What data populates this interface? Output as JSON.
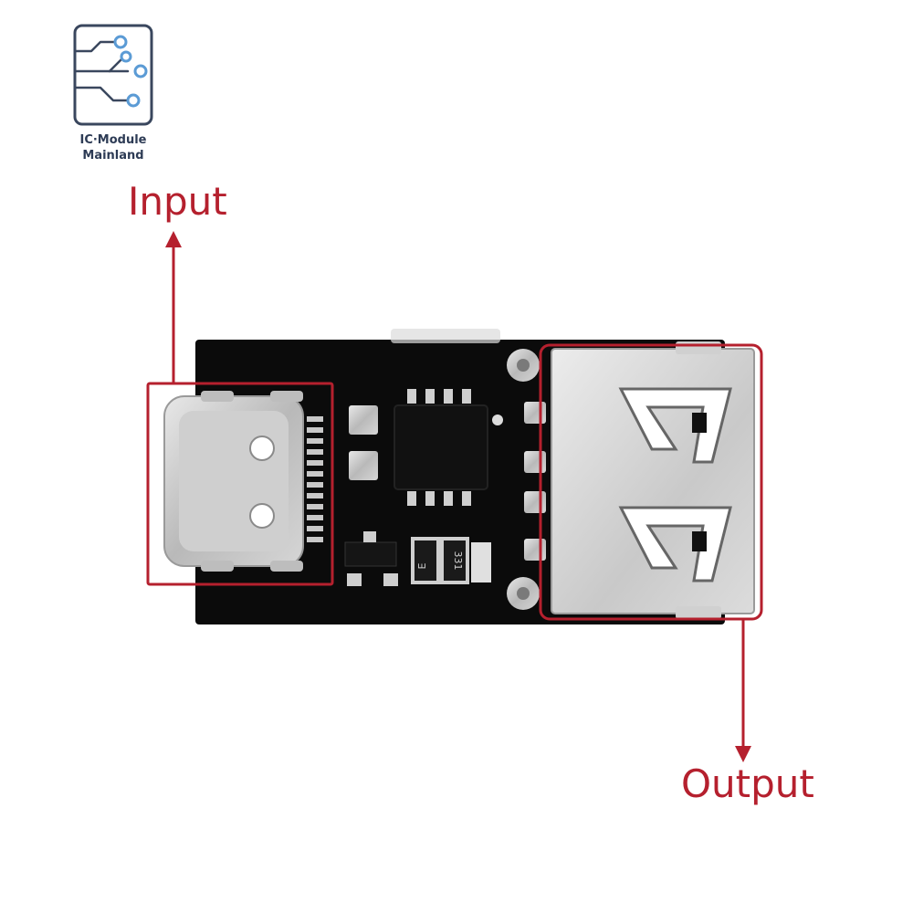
{
  "brand": {
    "line1": "IC·Module",
    "line2": "Mainland",
    "colors": {
      "frame": "#3a475e",
      "nodes": "#5b9bd5"
    }
  },
  "annotations": {
    "input": "Input",
    "output": "Output",
    "color": "#b5202e"
  },
  "board": {
    "pcb_color": "#0b0b0b",
    "chip_marks": [
      "E",
      "331"
    ]
  }
}
